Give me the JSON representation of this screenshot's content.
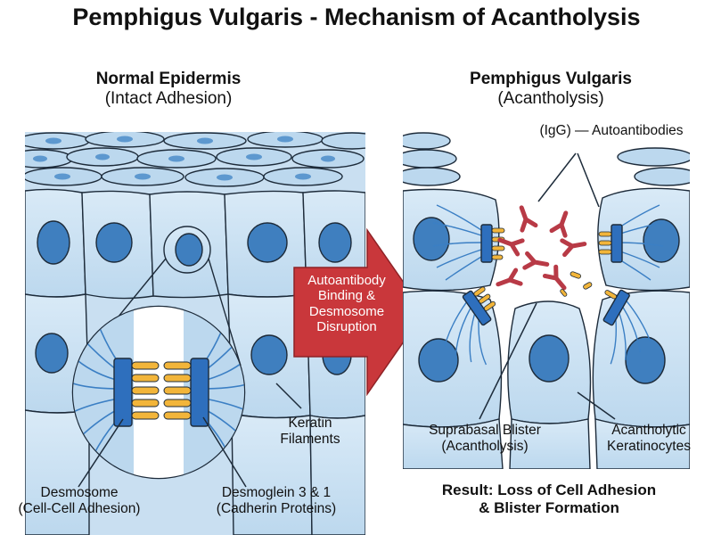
{
  "title": "Pemphigus Vulgaris - Mechanism of Acantholysis",
  "left_panel": {
    "heading": "Normal Epidermis",
    "subheading": "(Intact Adhesion)",
    "labels": {
      "keratin_1": "Keratin",
      "keratin_2": "Filaments",
      "desmosome_1": "Desmosome",
      "desmosome_2": "(Cell-Cell Adhesion)",
      "desmoglein_1": "Desmoglein 3 & 1",
      "desmoglein_2": "(Cadherin Proteins)"
    }
  },
  "arrow": {
    "line1": "Autoantibody",
    "line2": "Binding &",
    "line3": "Desmosome",
    "line4": "Disruption"
  },
  "right_panel": {
    "heading": "Pemphigus Vulgaris",
    "subheading": "(Acantholysis)",
    "labels": {
      "igg": "(IgG) — Autoantibodies",
      "blister_1": "Suprabasal Blister",
      "blister_2": "(Acantholysis)",
      "acantholytic_1": "Acantholytic",
      "acantholytic_2": "Keratinocytes"
    },
    "result_1": "Result: Loss of Cell Adhesion",
    "result_2": "& Blister Formation"
  },
  "colors": {
    "cell_fill": "#cfe3f3",
    "cell_fill_dark": "#b6d3ec",
    "nucleus": "#3f7fbf",
    "desmosome": "#2e6fbd",
    "cadherin": "#f2b53a",
    "filament": "#3b7fc4",
    "antibody": "#b83a46",
    "arrow": "#c9373b"
  }
}
